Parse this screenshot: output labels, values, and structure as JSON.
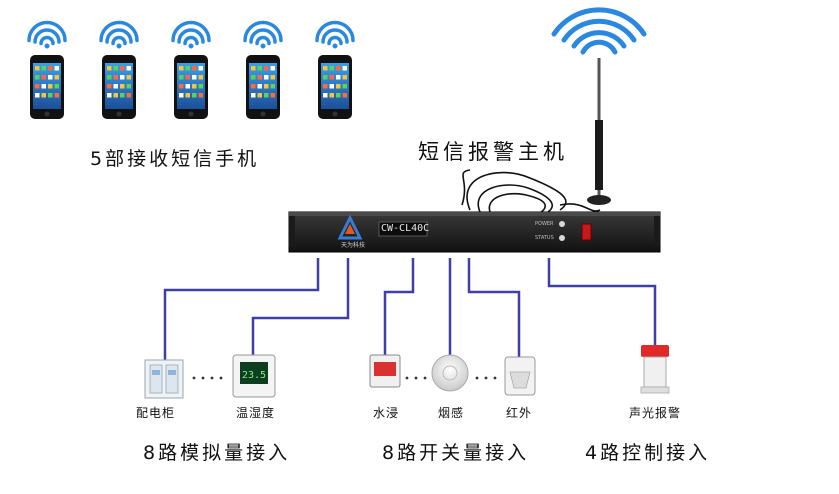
{
  "phones": {
    "count": 5,
    "caption": "5部接收短信手机"
  },
  "host": {
    "title": "短信报警主机",
    "model": "CW-CL40C",
    "brand": "天为科技",
    "panel_label_top": "POWER",
    "panel_label_bottom": "STATUS"
  },
  "devices": {
    "power_cabinet": "配电柜",
    "temp_humidity": "温湿度",
    "temp_display": "23.5",
    "water_leak": "水浸",
    "smoke": "烟感",
    "infrared": "红外",
    "siren": "声光报警"
  },
  "groups": {
    "analog": "8路模拟量接入",
    "switch": "8路开关量接入",
    "control": "4路控制接入"
  },
  "colors": {
    "wire": "#3f3fa8",
    "wifi": "#2a88e0",
    "device_body": "#2b2b2b",
    "siren_red": "#e02a2a"
  }
}
